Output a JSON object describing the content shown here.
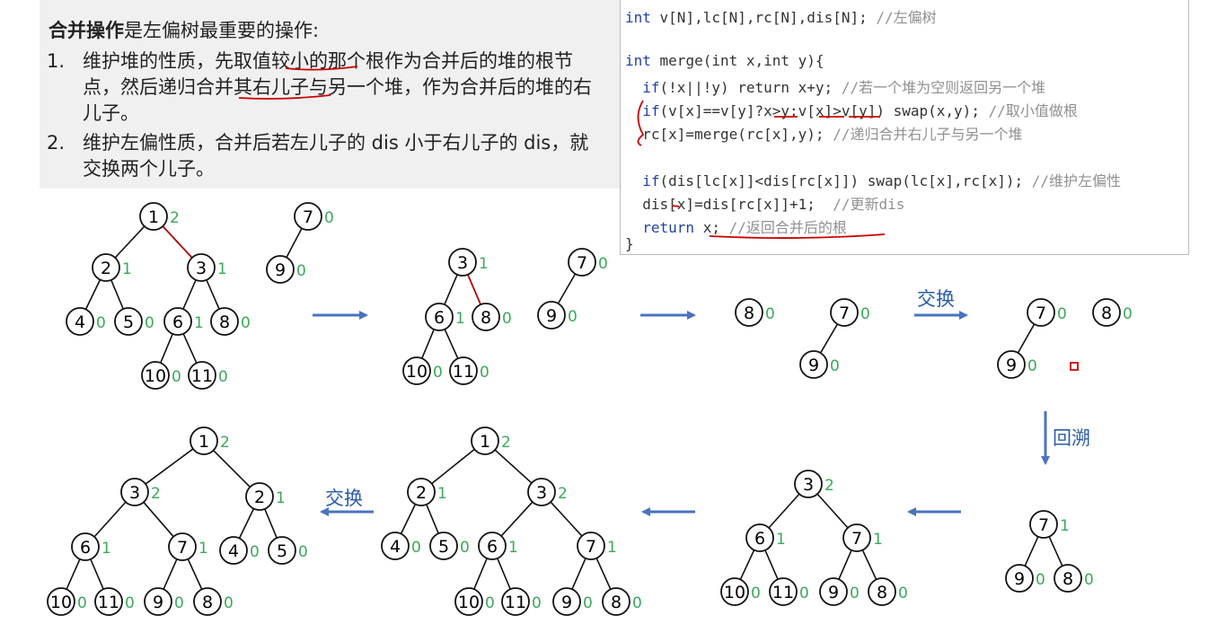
{
  "text": {
    "intro_bold": "合并操作",
    "intro_rest": "是左偏树最重要的操作:",
    "items": [
      {
        "num": "1.",
        "text": "维护堆的性质，先取值较小的那个根作为合并后的堆的根节点，然后递归合并其右儿子与另一个堆，作为合并后的堆的右儿子。"
      },
      {
        "num": "2.",
        "text": "维护左偏性质，合并后若左儿子的 dis 小于右儿子的 dis，就交换两个儿子。"
      }
    ]
  },
  "code": [
    {
      "k": "int",
      "c": " v[N],lc[N],rc[N],dis[N]; ",
      "m": "//左偏树"
    },
    {
      "k": "",
      "c": "",
      "m": ""
    },
    {
      "k": "int",
      "c": " merge(int x,int y){",
      "m": ""
    },
    {
      "k": "  if",
      "c": "(!x||!y) return x+y; ",
      "m": "//若一个堆为空则返回另一个堆"
    },
    {
      "k": "  if",
      "c": "(v[x]==v[y]?x>y:v[x]>v[y]) swap(x,y); ",
      "m": "//取小值做根"
    },
    {
      "k": "",
      "c": "  rc[x]=merge(rc[x],y); ",
      "m": "//递归合并右儿子与另一个堆"
    },
    {
      "k": "",
      "c": "",
      "m": ""
    },
    {
      "k": "  if",
      "c": "(dis[lc[x]]<dis[rc[x]]) swap(lc[x],rc[x]); ",
      "m": "//维护左偏性"
    },
    {
      "k": "",
      "c": "  dis[x]=dis[rc[x]]+1;  ",
      "m": "//更新dis"
    },
    {
      "k": "  return",
      "c": " x; ",
      "m": "//返回合并后的根"
    },
    {
      "k": "",
      "c": "}",
      "m": ""
    }
  ],
  "labels": {
    "swap": "交换",
    "backtrack": "回溯"
  },
  "colors": {
    "node_fill": "#ffffff",
    "dis": "#3aa95a",
    "arrow": "#4a73c0",
    "red": "#b00000"
  },
  "nodes": [
    {
      "id": "a1",
      "v": "1",
      "d": "2"
    },
    {
      "id": "a2",
      "v": "2",
      "d": "1"
    },
    {
      "id": "a3",
      "v": "3",
      "d": "1"
    },
    {
      "id": "a4",
      "v": "4",
      "d": "0"
    },
    {
      "id": "a5",
      "v": "5",
      "d": "0"
    },
    {
      "id": "a6",
      "v": "6",
      "d": "1"
    },
    {
      "id": "a8",
      "v": "8",
      "d": "0"
    },
    {
      "id": "a10",
      "v": "10",
      "d": "0"
    },
    {
      "id": "a11",
      "v": "11",
      "d": "0"
    },
    {
      "id": "a7",
      "v": "7",
      "d": "0"
    },
    {
      "id": "a9",
      "v": "9",
      "d": "0"
    },
    {
      "id": "b3",
      "v": "3",
      "d": "1"
    },
    {
      "id": "b6",
      "v": "6",
      "d": "1"
    },
    {
      "id": "b8",
      "v": "8",
      "d": "0"
    },
    {
      "id": "b10",
      "v": "10",
      "d": "0"
    },
    {
      "id": "b11",
      "v": "11",
      "d": "0"
    },
    {
      "id": "b7",
      "v": "7",
      "d": "0"
    },
    {
      "id": "b9",
      "v": "9",
      "d": "0"
    },
    {
      "id": "c8",
      "v": "8",
      "d": "0"
    },
    {
      "id": "c7",
      "v": "7",
      "d": "0"
    },
    {
      "id": "c9",
      "v": "9",
      "d": "0"
    },
    {
      "id": "d7",
      "v": "7",
      "d": "0"
    },
    {
      "id": "d9",
      "v": "9",
      "d": "0"
    },
    {
      "id": "d8",
      "v": "8",
      "d": "0"
    },
    {
      "id": "e7",
      "v": "7",
      "d": "1"
    },
    {
      "id": "e9",
      "v": "9",
      "d": "0"
    },
    {
      "id": "e8",
      "v": "8",
      "d": "0"
    },
    {
      "id": "f3",
      "v": "3",
      "d": "2"
    },
    {
      "id": "f6",
      "v": "6",
      "d": "1"
    },
    {
      "id": "f7",
      "v": "7",
      "d": "1"
    },
    {
      "id": "f10",
      "v": "10",
      "d": "0"
    },
    {
      "id": "f11",
      "v": "11",
      "d": "0"
    },
    {
      "id": "f9",
      "v": "9",
      "d": "0"
    },
    {
      "id": "f8",
      "v": "8",
      "d": "0"
    },
    {
      "id": "g1",
      "v": "1",
      "d": "2"
    },
    {
      "id": "g2",
      "v": "2",
      "d": "1"
    },
    {
      "id": "g3",
      "v": "3",
      "d": "2"
    },
    {
      "id": "g4",
      "v": "4",
      "d": "0"
    },
    {
      "id": "g5",
      "v": "5",
      "d": "0"
    },
    {
      "id": "g6",
      "v": "6",
      "d": "1"
    },
    {
      "id": "g7",
      "v": "7",
      "d": "1"
    },
    {
      "id": "g10",
      "v": "10",
      "d": "0"
    },
    {
      "id": "g11",
      "v": "11",
      "d": "0"
    },
    {
      "id": "g9",
      "v": "9",
      "d": "0"
    },
    {
      "id": "g8",
      "v": "8",
      "d": "0"
    },
    {
      "id": "h1",
      "v": "1",
      "d": "2"
    },
    {
      "id": "h3",
      "v": "3",
      "d": "2"
    },
    {
      "id": "h2",
      "v": "2",
      "d": "1"
    },
    {
      "id": "h6",
      "v": "6",
      "d": "1"
    },
    {
      "id": "h7",
      "v": "7",
      "d": "1"
    },
    {
      "id": "h4",
      "v": "4",
      "d": "0"
    },
    {
      "id": "h5",
      "v": "5",
      "d": "0"
    },
    {
      "id": "h10",
      "v": "10",
      "d": "0"
    },
    {
      "id": "h11",
      "v": "11",
      "d": "0"
    },
    {
      "id": "h9",
      "v": "9",
      "d": "0"
    },
    {
      "id": "h8",
      "v": "8",
      "d": "0"
    }
  ],
  "edges": [
    [
      "a1",
      "a2",
      0
    ],
    [
      "a1",
      "a3",
      1
    ],
    [
      "a2",
      "a4",
      0
    ],
    [
      "a2",
      "a5",
      0
    ],
    [
      "a3",
      "a6",
      0
    ],
    [
      "a3",
      "a8",
      0
    ],
    [
      "a6",
      "a10",
      0
    ],
    [
      "a6",
      "a11",
      0
    ],
    [
      "a7",
      "a9",
      0
    ],
    [
      "b3",
      "b6",
      0
    ],
    [
      "b3",
      "b8",
      1
    ],
    [
      "b6",
      "b10",
      0
    ],
    [
      "b6",
      "b11",
      0
    ],
    [
      "b7",
      "b9",
      0
    ],
    [
      "c7",
      "c9",
      0
    ],
    [
      "d7",
      "d9",
      0
    ],
    [
      "e7",
      "e9",
      0
    ],
    [
      "e7",
      "e8",
      0
    ],
    [
      "f3",
      "f6",
      0
    ],
    [
      "f3",
      "f7",
      0
    ],
    [
      "f6",
      "f10",
      0
    ],
    [
      "f6",
      "f11",
      0
    ],
    [
      "f7",
      "f9",
      0
    ],
    [
      "f7",
      "f8",
      0
    ],
    [
      "g1",
      "g2",
      0
    ],
    [
      "g1",
      "g3",
      0
    ],
    [
      "g2",
      "g4",
      0
    ],
    [
      "g2",
      "g5",
      0
    ],
    [
      "g3",
      "g6",
      0
    ],
    [
      "g3",
      "g7",
      0
    ],
    [
      "g6",
      "g10",
      0
    ],
    [
      "g6",
      "g11",
      0
    ],
    [
      "g7",
      "g9",
      0
    ],
    [
      "g7",
      "g8",
      0
    ],
    [
      "h1",
      "h3",
      0
    ],
    [
      "h1",
      "h2",
      0
    ],
    [
      "h3",
      "h6",
      0
    ],
    [
      "h3",
      "h7",
      0
    ],
    [
      "h2",
      "h4",
      0
    ],
    [
      "h2",
      "h5",
      0
    ],
    [
      "h6",
      "h10",
      0
    ],
    [
      "h6",
      "h11",
      0
    ],
    [
      "h7",
      "h9",
      0
    ],
    [
      "h7",
      "h8",
      0
    ]
  ]
}
